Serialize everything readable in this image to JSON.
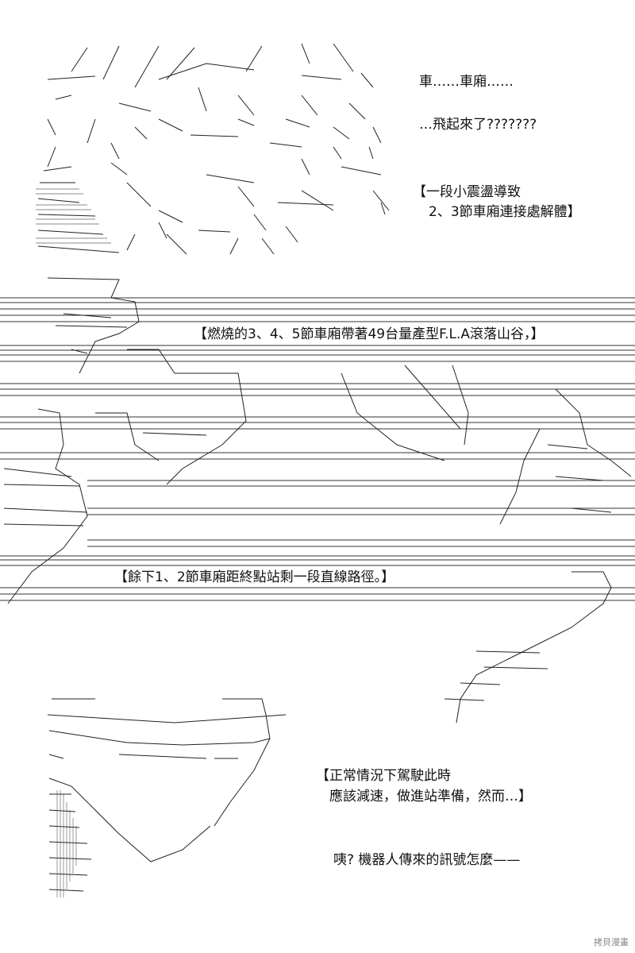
{
  "panel1": {
    "line1": "車……車廂……",
    "line2": "…飛起來了???????",
    "caption1": "【一段小震盪導致",
    "caption2": "2、3節車廂連接處解體】"
  },
  "panel2": {
    "caption": "【燃燒的3、4、5節車廂帶著49台量產型F.L.A滾落山谷，】"
  },
  "panel3": {
    "caption": "【餘下1、2節車廂距終點站剩一段直線路徑。】"
  },
  "panel4": {
    "caption1": "【正常情況下駕駛此時",
    "caption2": "應該減速，做進站準備，然而…】",
    "line": "咦? 機器人傳來的訊號怎麼——"
  },
  "watermark": "拷貝漫畫"
}
